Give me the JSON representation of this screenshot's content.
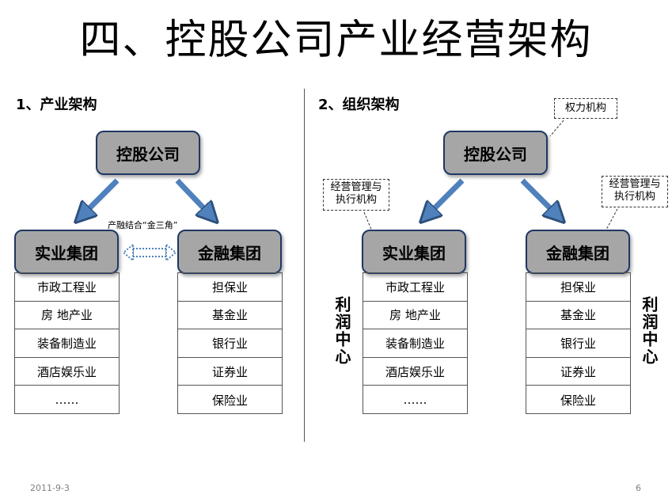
{
  "title": "四、控股公司产业经营架构",
  "left": {
    "heading": "1、产业架构",
    "parent": "控股公司",
    "synergy_label": "产融结合“金三角”",
    "group_industry": "实业集团",
    "group_finance": "金融集团",
    "industry_items": [
      "市政工程业",
      "房 地产业",
      "装备制造业",
      "酒店娱乐业",
      "……"
    ],
    "finance_items": [
      "担保业",
      "基金业",
      "银行业",
      "证券业",
      "保险业"
    ]
  },
  "right": {
    "heading": "2、组织架构",
    "parent": "控股公司",
    "callout_parent": "权力机构",
    "callout_left": "经营管理与执行机构",
    "callout_right": "经营管理与执行机构",
    "group_industry": "实业集团",
    "group_finance": "金融集团",
    "industry_items": [
      "市政工程业",
      "房 地产业",
      "装备制造业",
      "酒店娱乐业",
      "……"
    ],
    "finance_items": [
      "担保业",
      "基金业",
      "银行业",
      "证券业",
      "保险业"
    ],
    "profit_left": "利润中心",
    "profit_right": "利润中心"
  },
  "footer": {
    "date": "2011-9-3",
    "page": "6"
  },
  "colors": {
    "box_fill": "#a6a6a6",
    "box_border": "#1f3864",
    "arrow": "#4f81bd",
    "arrow_outline": "#2e4f7a"
  }
}
